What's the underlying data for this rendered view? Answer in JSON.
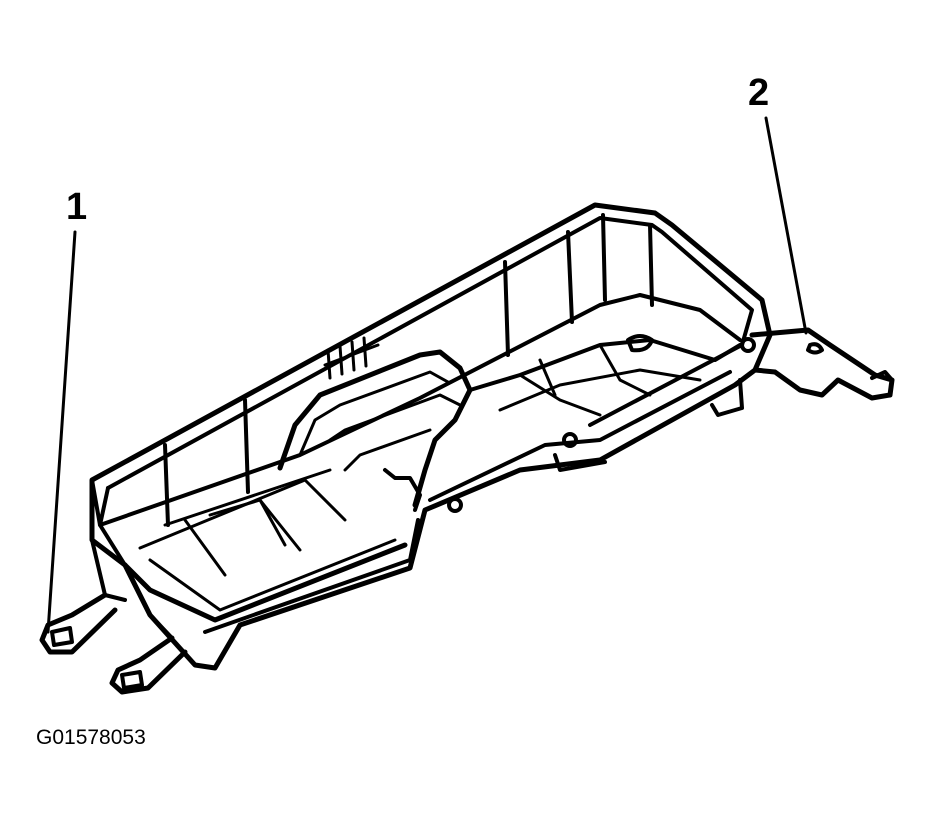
{
  "callouts": [
    {
      "label": "1"
    },
    {
      "label": "2"
    }
  ],
  "figure_id": "G01578053",
  "colors": {
    "ink": "#000000",
    "paper": "#ffffff"
  }
}
